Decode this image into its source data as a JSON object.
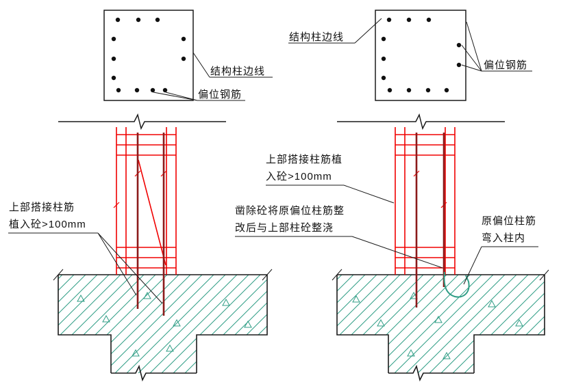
{
  "colors": {
    "line_black": "#1a1a1a",
    "rebar_red": "#f00000",
    "bar_dark_red": "#8b1a1a",
    "concrete_teal": "#2f9d85"
  },
  "plan_left": {
    "edge_label": "结构柱边线",
    "offset_rebar_label": "偏位钢筋"
  },
  "plan_right": {
    "edge_label": "结构柱边线",
    "offset_rebar_label": "偏位钢筋"
  },
  "elevation_left": {
    "lap_note_line1": "上部搭接柱筋",
    "lap_note_line2": "植入砼>100mm"
  },
  "elevation_right": {
    "lap_note_line1": "上部搭接柱筋植",
    "lap_note_line2": "入砼>100mm",
    "chisel_note_line1": "凿除砼将原偏位柱筋整",
    "chisel_note_line2": "改后与上部柱砼整浇",
    "bend_note_line1": "原偏位柱筋",
    "bend_note_line2": "弯入柱内"
  }
}
